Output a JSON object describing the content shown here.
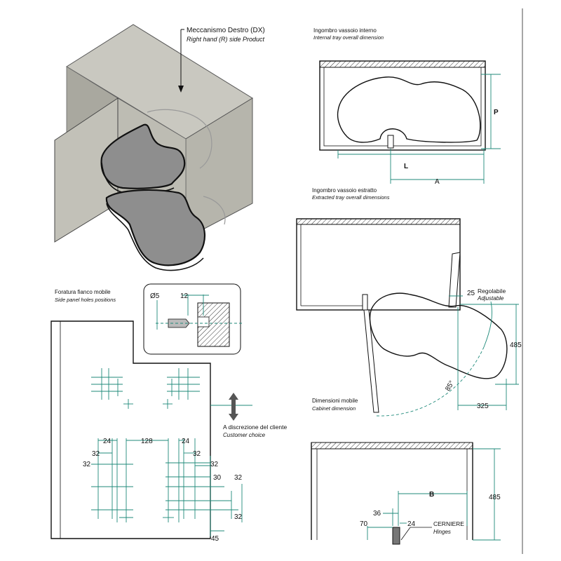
{
  "product": {
    "title_it": "Meccanismo Destro (DX)",
    "title_en": "Right hand (R) side Product"
  },
  "internal_tray": {
    "title_it": "Ingombro vassoio interno",
    "title_en": "Internal tray overall dimension",
    "label_p": "P",
    "label_l": "L",
    "label_a": "A"
  },
  "extracted_tray": {
    "title_it": "Ingombro vassoio estratto",
    "title_en": "Extracted tray overall dimensions",
    "dim_25": "25",
    "adjustable_it": "Regolabile",
    "adjustable_en": "Adjustable",
    "dim_485": "485",
    "dim_85": "85°",
    "dim_325": "325"
  },
  "side_panel": {
    "title_it": "Foratura fianco mobile",
    "title_en": "Side panel holes positions",
    "dim_diam5": "Ø5",
    "dim_12": "12",
    "customer_it": "A discrezione del cliente",
    "customer_en": "Customer choice",
    "dim_24_left": "24",
    "dim_128": "128",
    "dim_24_right": "24",
    "dim_32_a": "32",
    "dim_32_b": "32",
    "dim_32_c": "32",
    "dim_30": "30",
    "dim_32_d": "32",
    "dim_32_e": "32",
    "dim_32_f": "32",
    "dim_45": "45"
  },
  "cabinet": {
    "title_it": "Dimensioni mobile",
    "title_en": "Cabinet dimension",
    "dim_b": "B",
    "dim_485": "485",
    "dim_36": "36",
    "dim_70": "70",
    "dim_24": "24",
    "hinges_it": "CERNIERE",
    "hinges_en": "Hinges"
  },
  "colors": {
    "dimension_line": "#1f8a7a",
    "outline": "#111111",
    "cabinet_fill": "#b9b8ae",
    "tray_fill": "#8e8e8e"
  }
}
